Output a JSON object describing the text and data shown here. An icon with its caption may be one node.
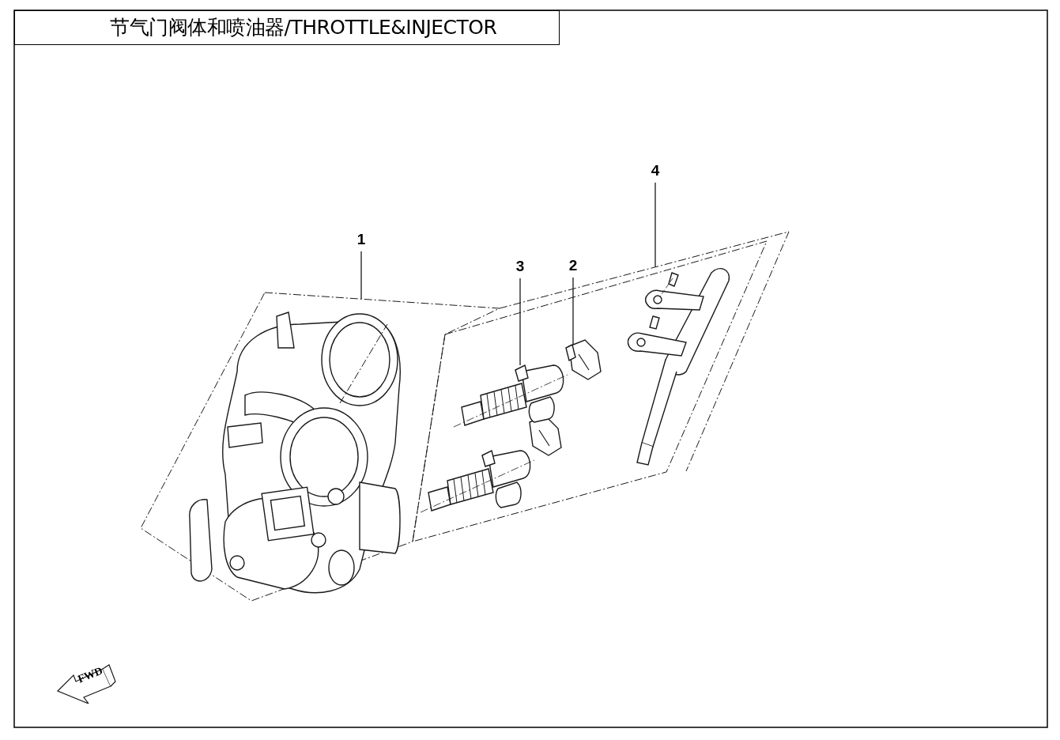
{
  "diagram": {
    "title": "节气门阀体和喷油器/THROTTLE&INJECTOR",
    "nodes": [
      {
        "text": [
          "1"
        ]
      },
      {
        "text": [
          "2"
        ]
      },
      {
        "text": [
          "3"
        ]
      },
      {
        "text": [
          "4"
        ]
      },
      {
        "text": [],
        "shape": "box"
      },
      {
        "text": [],
        "shape": "picture",
        "in": 4
      },
      {
        "text": [],
        "shape": "box"
      },
      {
        "text": [],
        "shape": "picture",
        "in": 6
      },
      {
        "text": [],
        "shape": "picture",
        "in": 6
      },
      {
        "text": [
          "FWD"
        ]
      }
    ],
    "edges": [
      {
        "from": 0,
        "to": 4,
        "arrow": "none"
      },
      {
        "from": 1,
        "to": 7,
        "arrow": "none"
      },
      {
        "from": 2,
        "to": 8,
        "arrow": "none"
      },
      {
        "from": 3,
        "to": 6,
        "arrow": "none"
      }
    ]
  }
}
